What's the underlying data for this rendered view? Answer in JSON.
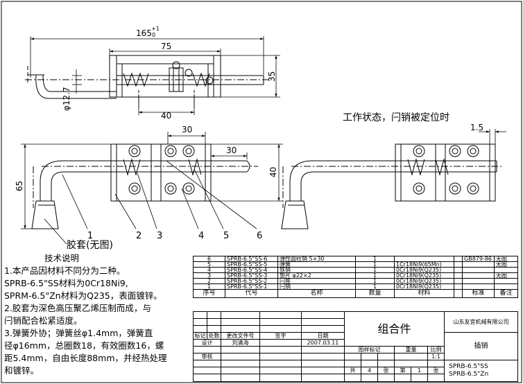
{
  "dimensions": {
    "overall_length": "165",
    "overall_length_tol_upper": "+1",
    "overall_length_tol_lower": "0",
    "base_length": "75",
    "base_height": "35",
    "rod_dia": "φ12.7",
    "hole_pitch": "40",
    "front_width": "30",
    "front_travel": "30",
    "front_height": "65",
    "front_base_height": "40",
    "state_gap": "1.5"
  },
  "labels": {
    "working_state": "工作状态，闩销被定位时",
    "sleeve": "胶套(无图)",
    "balloons": [
      "1",
      "2",
      "3",
      "4",
      "5",
      "6"
    ]
  },
  "notes": {
    "title": "技术说明",
    "lines": [
      "1.本产品因材料不同分为二种。",
      "SPRB-6.5\"SS材料为0Cr18Ni9,",
      "SPRM-6.5\"Zn材料为Q235，表面镀锌。",
      "2.胶套为深色高压聚乙烯压制而成，与",
      "闩销配合松紧适度。",
      "3.弹簧外协；弹簧丝φ1.4mm，弹簧直",
      "径φ16mm，总圈数18，有效圈数16，螺",
      "距5.4mm，自由长度88mm，并经热处理",
      "和镀锌。"
    ]
  },
  "bom": {
    "header": [
      "序号",
      "代号",
      "名称",
      "数量",
      "材料",
      "",
      "标准",
      "备注"
    ],
    "rows": [
      {
        "no": "6",
        "code": "SPRB-6.5\"SS-6",
        "name": "弹性圆柱销 5×30",
        "qty": "1",
        "material": "",
        "standard": "GB879-86",
        "remark": "无图"
      },
      {
        "no": "5",
        "code": "SPRB-6.5\"SS-5",
        "name": "弹簧",
        "qty": "1",
        "material": "1Cr18Ni9(65Mn)",
        "standard": "",
        "remark": "无图"
      },
      {
        "no": "4",
        "code": "SPRB-6.5\"SS-4",
        "name": "铁销",
        "qty": "1",
        "material": "0Cr18Ni9(Q235)",
        "standard": "",
        "remark": ""
      },
      {
        "no": "3",
        "code": "SPRB-6.5\"SS-3",
        "name": "垫片 φ22×2",
        "qty": "1",
        "material": "0Cr18Ni9(Q235)",
        "standard": "",
        "remark": "无图"
      },
      {
        "no": "2",
        "code": "SPRB-6.5\"SS-2",
        "name": "闩座",
        "qty": "1",
        "material": "0Cr18Ni9(Q235)",
        "standard": "",
        "remark": ""
      },
      {
        "no": "1",
        "code": "SPRB-6.5\"SS-1",
        "name": "闩销",
        "qty": "1",
        "material": "0Cr18Ni9(Q235)",
        "standard": "",
        "remark": ""
      }
    ]
  },
  "title_block": {
    "assembly": "组合件",
    "company": "山东友宜机械有限公司",
    "part_name": "插销",
    "models": [
      "SPRB-6.5\"SS",
      "SPRB-6.5\"Zn"
    ],
    "rev_headers": [
      "标记",
      "处数",
      "更改文件号",
      "签字",
      "日期"
    ],
    "design_label": "设计",
    "designer": "刘清海",
    "date": "2007.03.11",
    "review_label": "审核",
    "stage_label": "图样标记",
    "weight_label": "重量",
    "scale_label": "比例",
    "scale": "1:1",
    "sheets": [
      "共",
      "4",
      "张",
      "第",
      "1",
      "张"
    ]
  }
}
